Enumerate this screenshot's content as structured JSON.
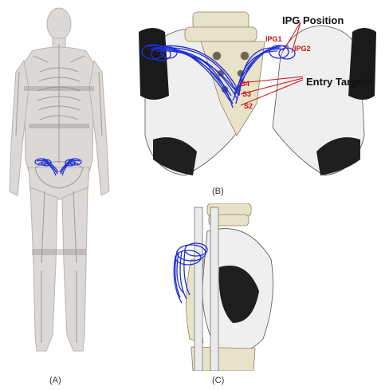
{
  "panels": {
    "a": {
      "caption": "(A)"
    },
    "b": {
      "caption": "(B)",
      "ipg_position_label": "IPG Position",
      "ipg1_label": "IPG1",
      "ipg2_label": "IPG2",
      "entry_targets_label": "Entry Targets",
      "s4_label": "S4",
      "s3_label": "S3",
      "s2_label": "S2"
    },
    "c": {
      "caption": "(C)"
    }
  },
  "colors": {
    "lead_blue": "#1f2fd8",
    "annotation_red": "#cc1111",
    "bone": "#e8e2c8",
    "pelvis_gray": "#eeeeee",
    "body_outline": "#b9b3b0"
  }
}
